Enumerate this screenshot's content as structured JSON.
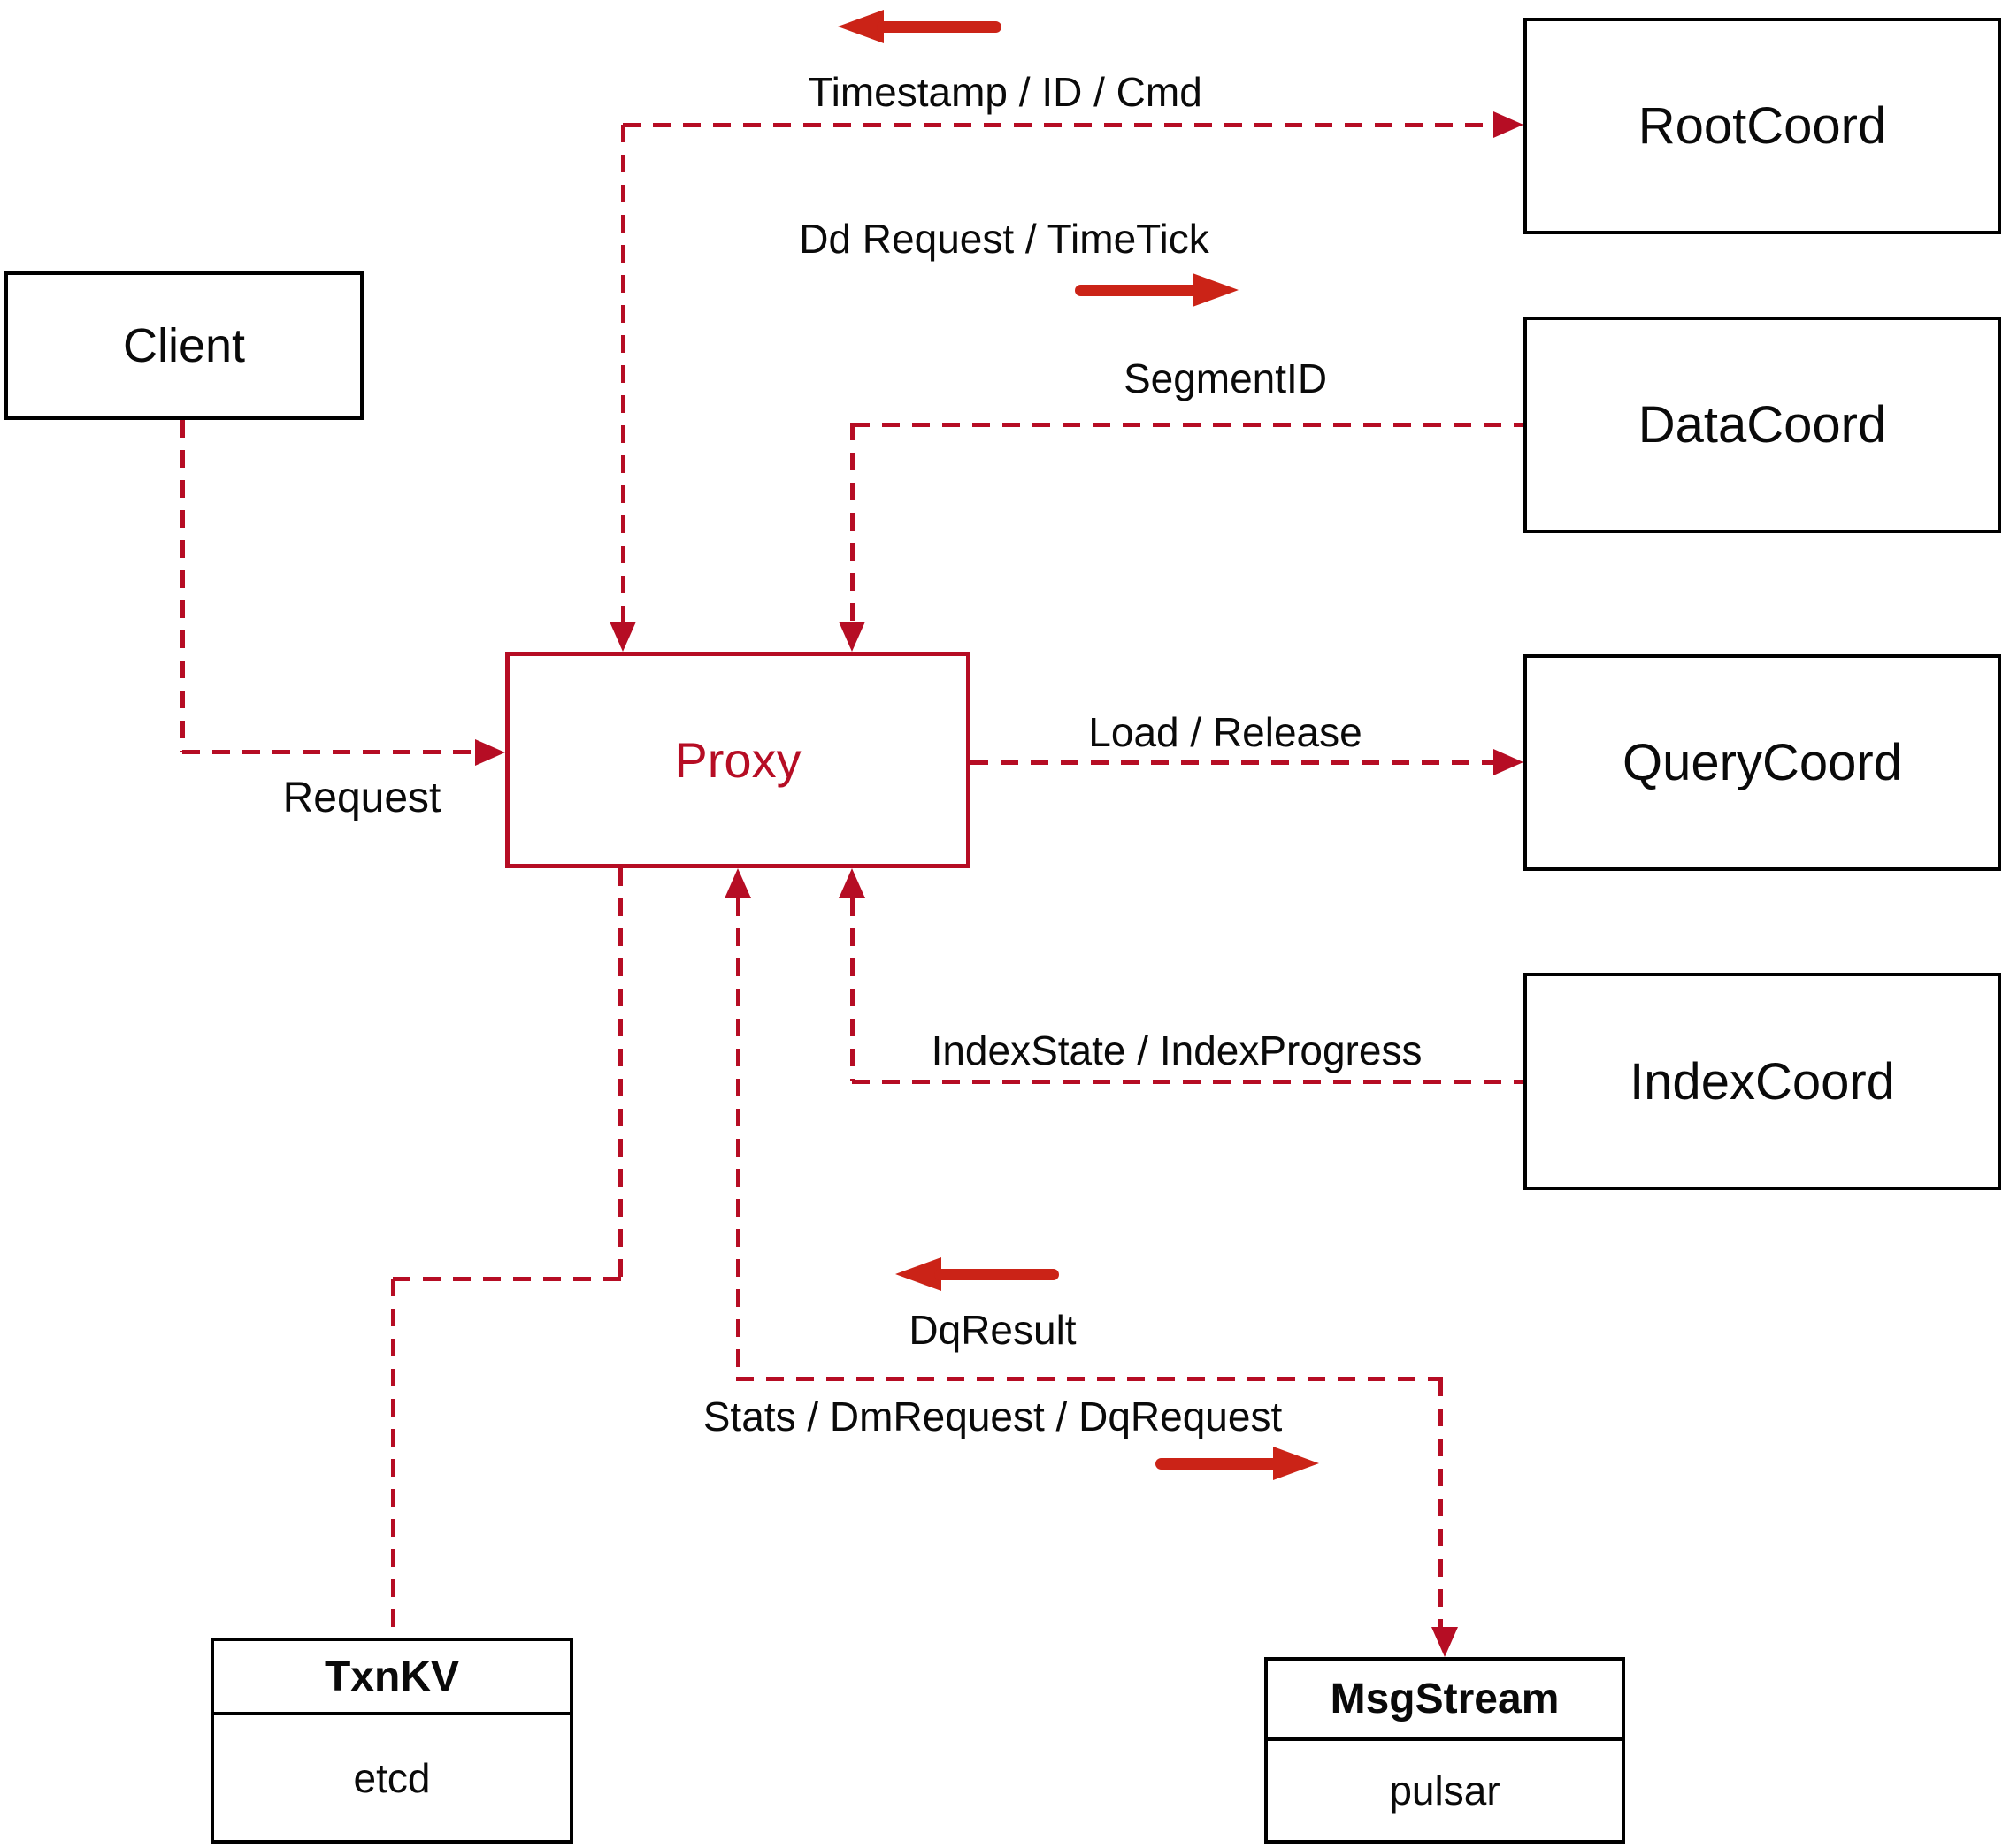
{
  "diagram_type": "architecture-diagram",
  "nodes": {
    "client": {
      "label": "Client"
    },
    "proxy": {
      "label": "Proxy"
    },
    "rootcoord": {
      "label": "RootCoord"
    },
    "datacoord": {
      "label": "DataCoord"
    },
    "querycoord": {
      "label": "QueryCoord"
    },
    "indexcoord": {
      "label": "IndexCoord"
    },
    "txnkv": {
      "title": "TxnKV",
      "impl": "etcd"
    },
    "msgstream": {
      "title": "MsgStream",
      "impl": "pulsar"
    }
  },
  "edges": {
    "client_to_proxy": {
      "label": "Request",
      "style": "dashed",
      "arrow": "into-proxy"
    },
    "proxy_rootcoord": {
      "to_proxy_label": "Timestamp / ID / Cmd",
      "to_rootcoord_label": "Dd Request / TimeTick",
      "style": "dashed",
      "arrows": "both-directions"
    },
    "datacoord_to_proxy": {
      "label": "SegmentID",
      "style": "dashed",
      "arrow": "into-proxy"
    },
    "proxy_to_querycoord": {
      "label": "Load / Release",
      "style": "dashed",
      "arrow": "into-querycoord"
    },
    "indexcoord_to_proxy": {
      "label": "IndexState / IndexProgress",
      "style": "dashed",
      "arrow": "into-proxy"
    },
    "proxy_txnkv": {
      "label": "",
      "style": "dashed",
      "arrow": "none"
    },
    "proxy_msgstream": {
      "to_proxy_label": "DqResult",
      "to_msgstream_label": "Stats / DmRequest / DqRequest",
      "style": "dashed",
      "arrows": "both-directions"
    }
  },
  "colors": {
    "line": "#b60d24",
    "arrow": "#cb2317",
    "border": "#000000",
    "text": "#0a0a0a",
    "accent": "#b60d24",
    "bg": "#ffffff"
  }
}
